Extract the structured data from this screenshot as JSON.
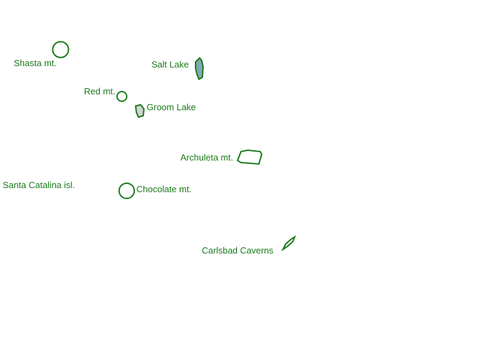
{
  "colors": {
    "outline": "#1a7a1a",
    "label": "#1a7a1a",
    "lake_fill": "#7fa8b8",
    "dry_lake_fill": "#d3d3d3",
    "background": "#ffffff"
  },
  "features": [
    {
      "id": "shasta",
      "label": "Shasta mt.",
      "kind": "mountain",
      "icon": "circle-outline"
    },
    {
      "id": "salt-lake",
      "label": "Salt Lake",
      "kind": "lake",
      "icon": "lake-polygon-blue"
    },
    {
      "id": "red",
      "label": "Red mt.",
      "kind": "mountain",
      "icon": "circle-outline"
    },
    {
      "id": "groom-lake",
      "label": "Groom Lake",
      "kind": "dry-lake",
      "icon": "lake-polygon-gray"
    },
    {
      "id": "archuleta",
      "label": "Archuleta mt.",
      "kind": "mountain",
      "icon": "polygon-outline"
    },
    {
      "id": "santa-catalina",
      "label": "Santa Catalina isl.",
      "kind": "island",
      "icon": "none"
    },
    {
      "id": "chocolate",
      "label": "Chocolate mt.",
      "kind": "mountain",
      "icon": "circle-outline"
    },
    {
      "id": "carlsbad",
      "label": "Carlsbad Caverns",
      "kind": "cave",
      "icon": "sliver-outline"
    }
  ]
}
